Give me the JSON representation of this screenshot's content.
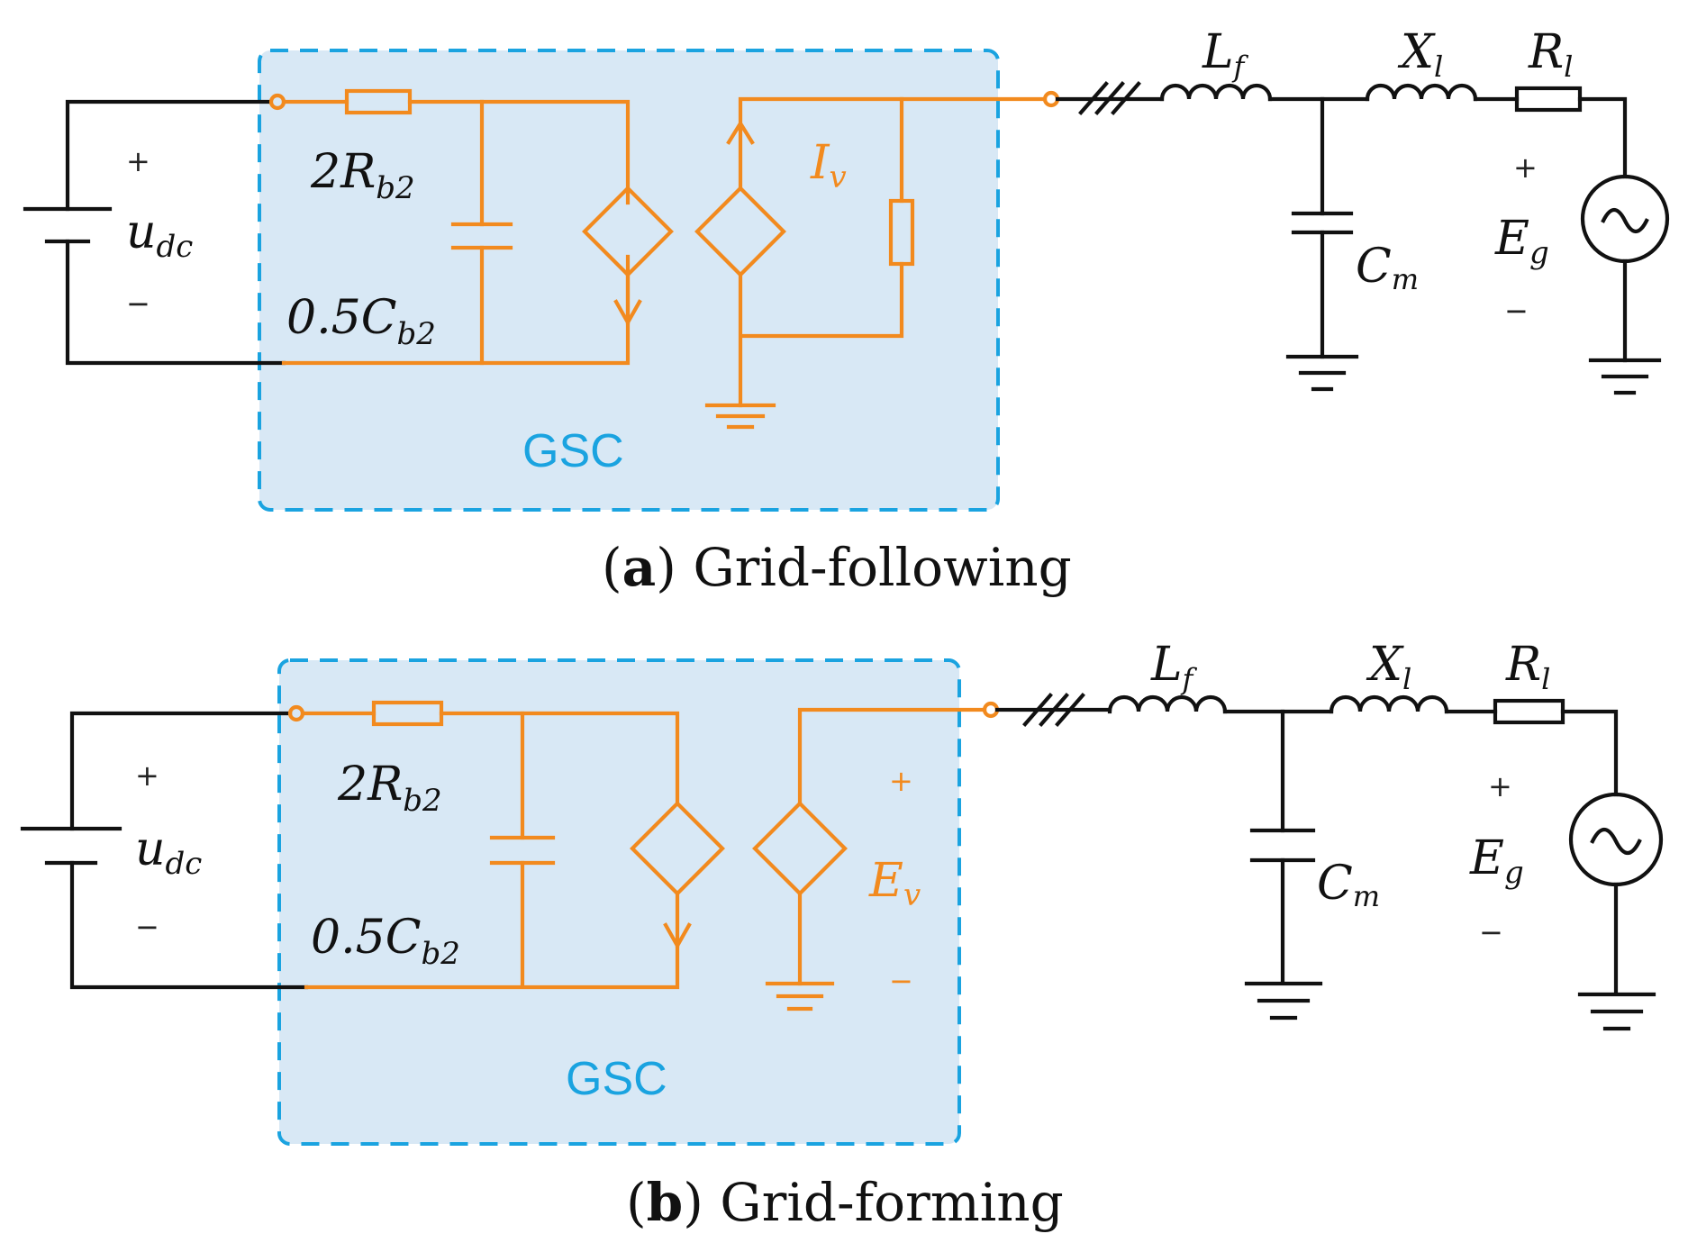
{
  "panels": [
    {
      "caption_letter": "a",
      "caption_text": "Grid-following",
      "box_label": "GSC",
      "dc_symbol": "u",
      "dc_sub": "dc",
      "dc_plus": "+",
      "dc_minus": "−",
      "r_symbol": "2R",
      "r_sub": "b2",
      "c_symbol": "0.5C",
      "c_sub": "b2",
      "source_symbol": "I",
      "source_sub": "v",
      "lf_symbol": "L",
      "lf_sub": "f",
      "xl_symbol": "X",
      "xl_sub": "l",
      "rl_symbol": "R",
      "rl_sub": "l",
      "cm_symbol": "C",
      "cm_sub": "m",
      "eg_symbol": "E",
      "eg_sub": "g",
      "eg_plus": "+",
      "eg_minus": "−"
    },
    {
      "caption_letter": "b",
      "caption_text": "Grid-forming",
      "box_label": "GSC",
      "dc_symbol": "u",
      "dc_sub": "dc",
      "dc_plus": "+",
      "dc_minus": "−",
      "r_symbol": "2R",
      "r_sub": "b2",
      "c_symbol": "0.5C",
      "c_sub": "b2",
      "source_symbol": "E",
      "source_sub": "v",
      "source_plus": "+",
      "source_minus": "−",
      "lf_symbol": "L",
      "lf_sub": "f",
      "xl_symbol": "X",
      "xl_sub": "l",
      "rl_symbol": "R",
      "rl_sub": "l",
      "cm_symbol": "C",
      "cm_sub": "m",
      "eg_symbol": "E",
      "eg_sub": "g",
      "eg_plus": "+",
      "eg_minus": "−"
    }
  ],
  "colors": {
    "converter": "#f28a1e",
    "box": "#d8e8f5",
    "box_border": "#1aa3e0",
    "wire": "#111111"
  }
}
